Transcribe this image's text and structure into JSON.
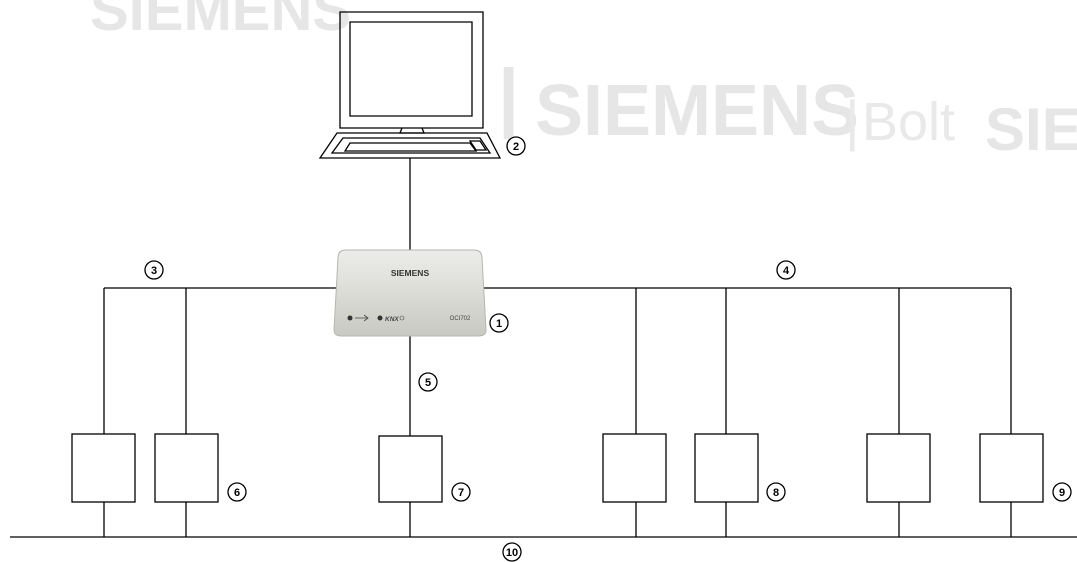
{
  "watermark": {
    "text_1": "SIEMENS",
    "text_2": "Bolt",
    "text_3": "SIEMENS",
    "text_4": "SIE"
  },
  "device": {
    "brand": "SIEMENS",
    "model": "OCI702",
    "port_label": "KNX"
  },
  "callouts": {
    "c1": "1",
    "c2": "2",
    "c3": "3",
    "c4": "4",
    "c5": "5",
    "c6": "6",
    "c7": "7",
    "c8": "8",
    "c9": "9",
    "c10": "10"
  },
  "colors": {
    "line": "#000000",
    "device_body": "#d9d9d4",
    "watermark": "#e6e6e6"
  }
}
